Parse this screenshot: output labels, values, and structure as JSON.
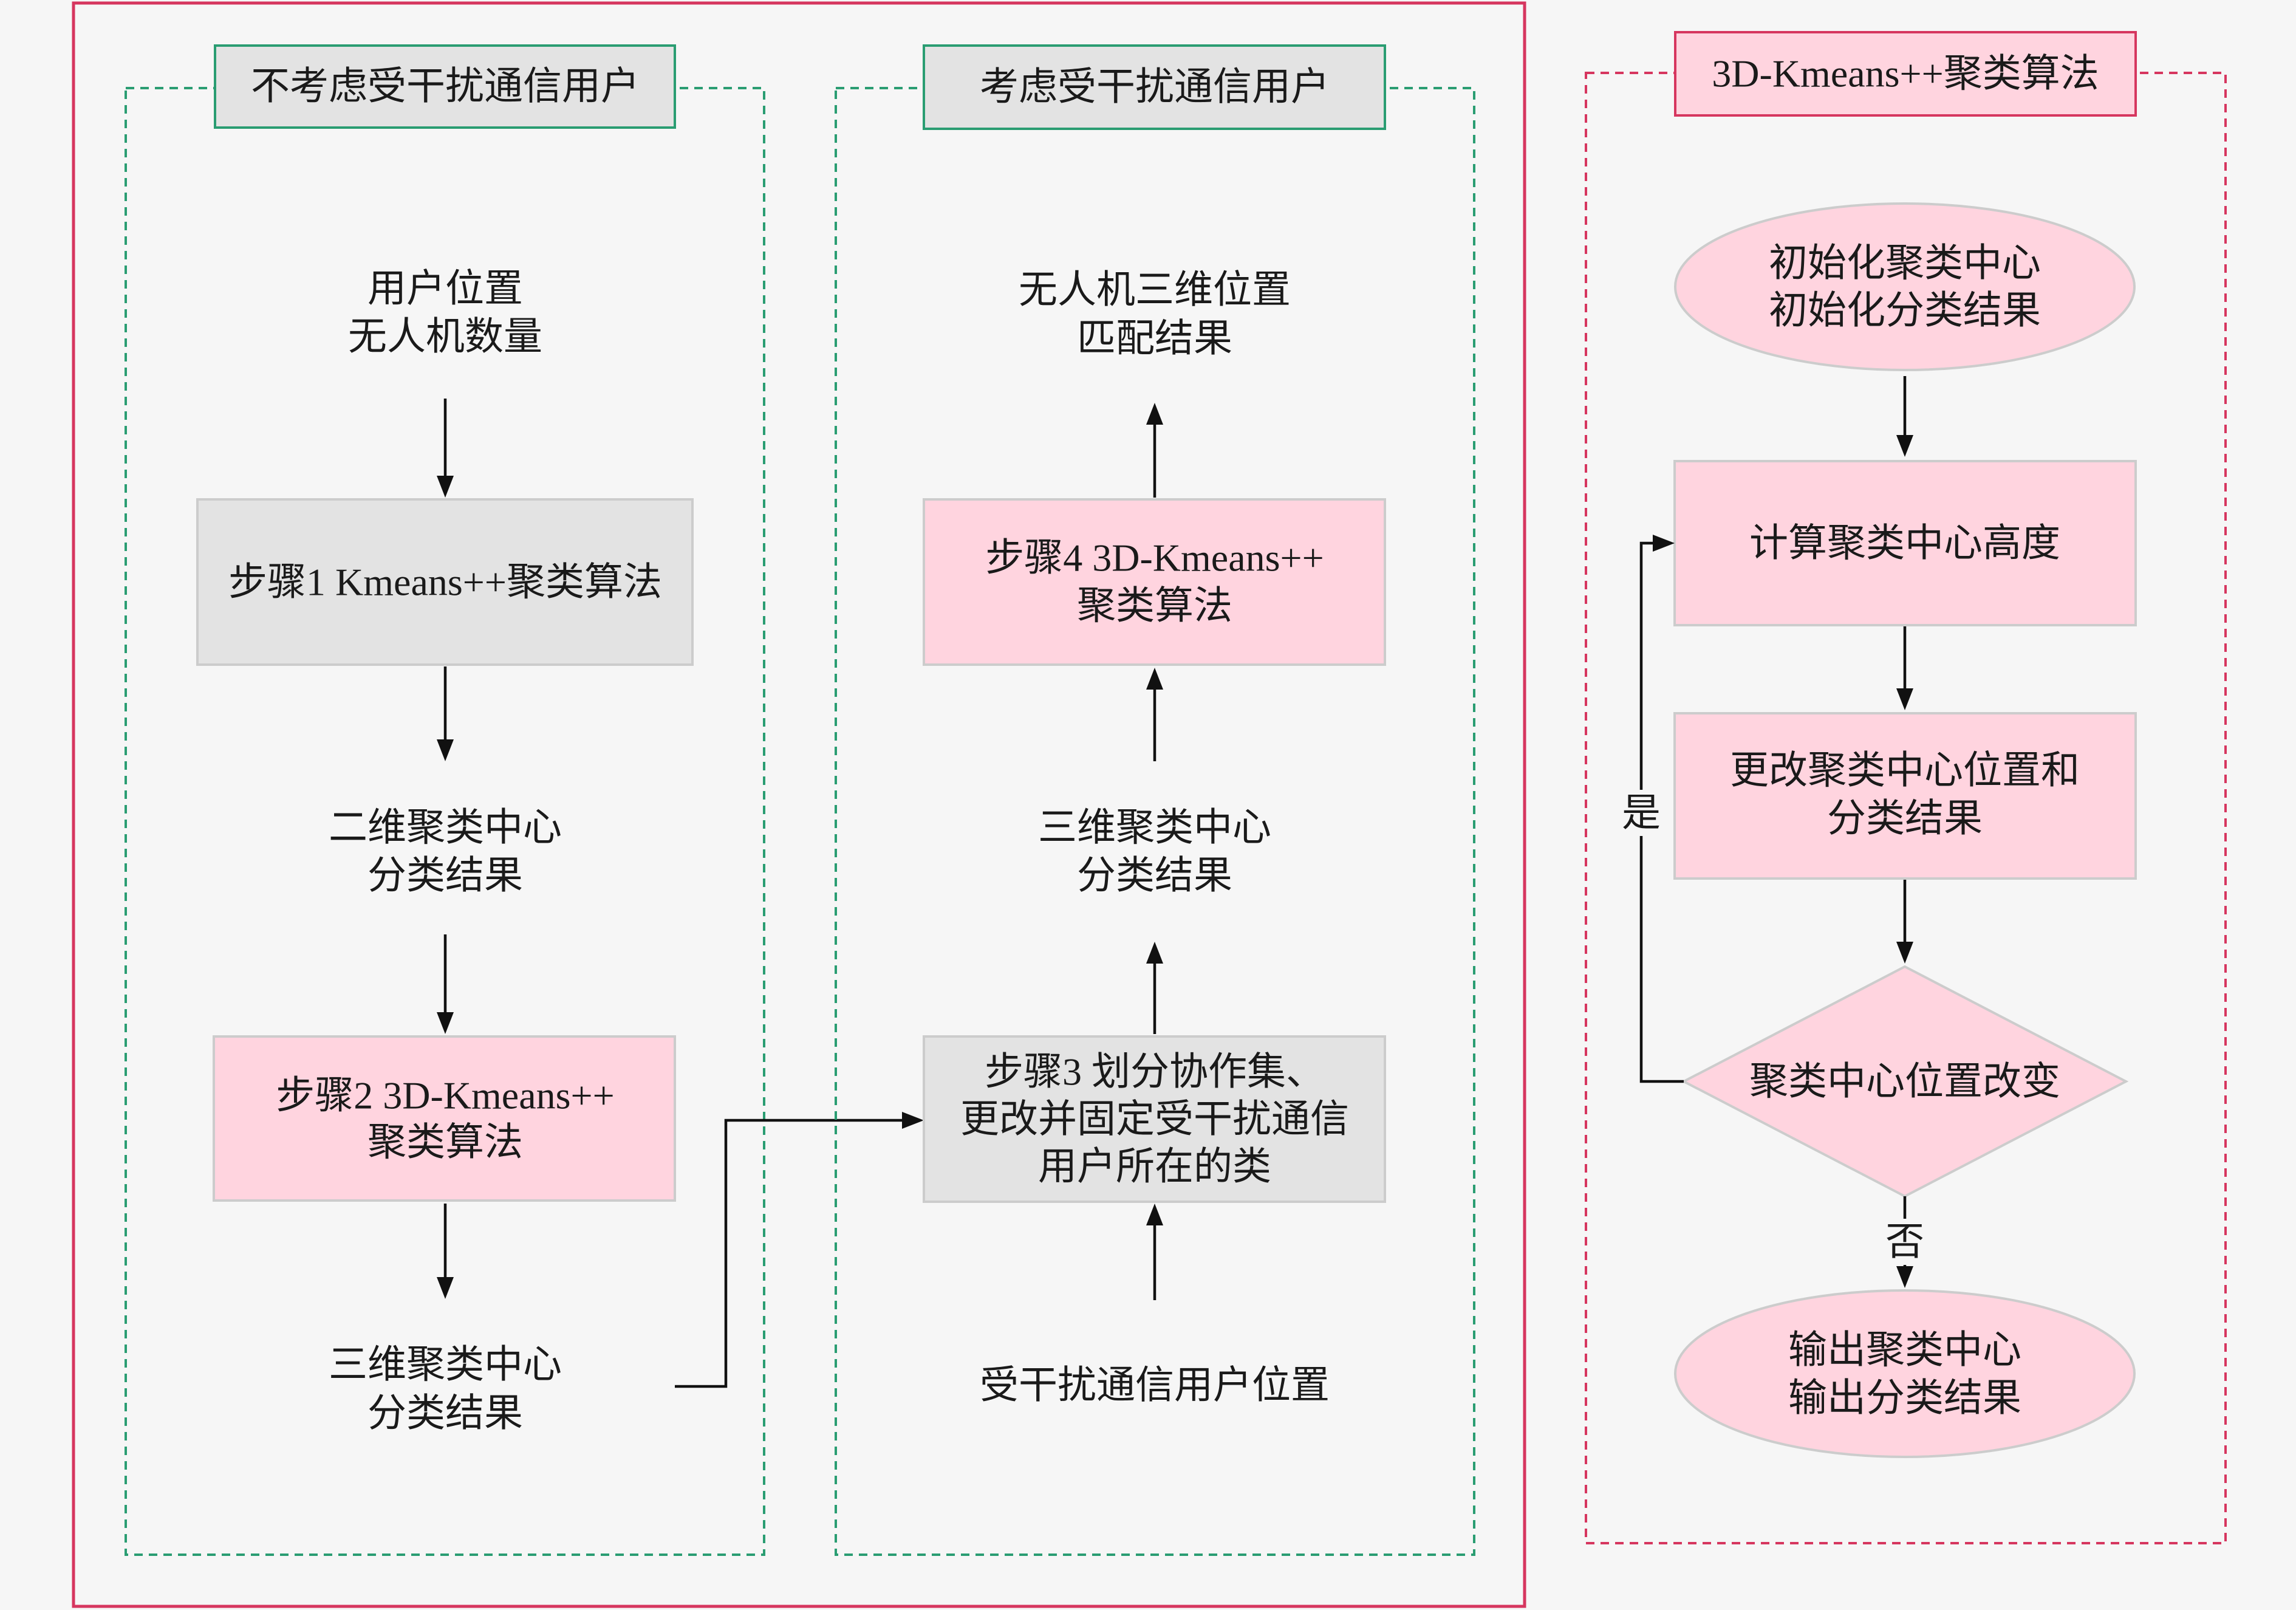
{
  "colors": {
    "background": "#f6f6f6",
    "outer_border": "#d6365f",
    "green_dash": "#2a9d72",
    "red_dash": "#d6365f",
    "gray_fill": "#e3e3e3",
    "pink_fill": "#ffd4df",
    "box_outline": "#cccccc",
    "line": "#111111",
    "text": "#1a1a1a"
  },
  "panels": {
    "without_interfered": {
      "title": "不考虑受干扰通信用户",
      "input": [
        "用户位置",
        "无人机数量"
      ],
      "step1": [
        "步骤1 Kmeans++聚类算法"
      ],
      "output_2d": [
        "二维聚类中心",
        "分类结果"
      ],
      "step2": [
        "步骤2 3D-Kmeans++",
        "聚类算法"
      ],
      "output_3d": [
        "三维聚类中心",
        "分类结果"
      ]
    },
    "with_interfered": {
      "title": "考虑受干扰通信用户",
      "result": [
        "无人机三维位置",
        "匹配结果"
      ],
      "step4": [
        "步骤4 3D-Kmeans++",
        "聚类算法"
      ],
      "centers": [
        "三维聚类中心",
        "分类结果"
      ],
      "step3": [
        "步骤3 划分协作集、",
        "更改并固定受干扰通信",
        "用户所在的类"
      ],
      "input": [
        "受干扰通信用户位置"
      ]
    },
    "algorithm": {
      "title": "3D-Kmeans++聚类算法",
      "init": [
        "初始化聚类中心",
        "初始化分类结果"
      ],
      "compute": [
        "计算聚类中心高度"
      ],
      "update": [
        "更改聚类中心位置和",
        "分类结果"
      ],
      "decision": "聚类中心位置改变",
      "yes_label": "是",
      "no_label": "否",
      "output": [
        "输出聚类中心",
        "输出分类结果"
      ]
    }
  }
}
